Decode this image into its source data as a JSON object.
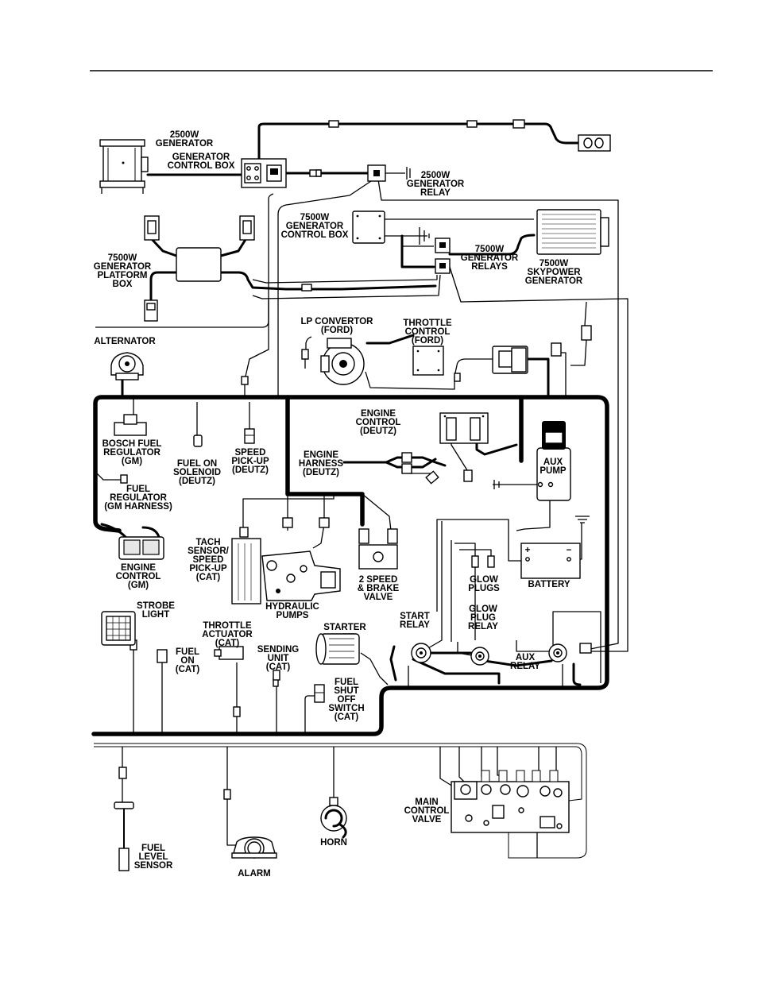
{
  "diagram": {
    "labels": {
      "gen2500": [
        "2500W",
        "GENERATOR"
      ],
      "gen_control_box": [
        "GENERATOR",
        "CONTROL BOX"
      ],
      "gen2500_relay": [
        "2500W",
        "GENERATOR",
        "RELAY"
      ],
      "gen7500_control_box": [
        "7500W",
        "GENERATOR",
        "CONTROL BOX"
      ],
      "gen7500_platform_box": [
        "7500W",
        "GENERATOR",
        "PLATFORM",
        "BOX"
      ],
      "gen7500_relays": [
        "7500W",
        "GENERATOR",
        "RELAYS"
      ],
      "skypower": [
        "7500W",
        "SKYPOWER",
        "GENERATOR"
      ],
      "alternator": [
        "ALTERNATOR"
      ],
      "lp_convertor": [
        "LP CONVERTOR",
        "(FORD)"
      ],
      "throttle_control": [
        "THROTTLE",
        "CONTROL",
        "(FORD)"
      ],
      "engine_control_deutz": [
        "ENGINE",
        "CONTROL",
        "(DEUTZ)"
      ],
      "engine_harness": [
        "ENGINE",
        "HARNESS",
        "(DEUTZ)"
      ],
      "bosch_fuel_regulator": [
        "BOSCH FUEL",
        "REGULATOR",
        "(GM)"
      ],
      "fuel_on_solenoid": [
        "FUEL ON",
        "SOLENOID",
        "(DEUTZ)"
      ],
      "speed_pickup_deutz": [
        "SPEED",
        "PICK-UP",
        "(DEUTZ)"
      ],
      "fuel_regulator": [
        "FUEL",
        "REGULATOR",
        "(GM HARNESS)"
      ],
      "aux_pump": [
        "AUX",
        "PUMP"
      ],
      "engine_control_gm": [
        "ENGINE",
        "CONTROL",
        "(GM)"
      ],
      "tach_sensor": [
        "TACH",
        "SENSOR/",
        "SPEED",
        "PICK-UP",
        "(CAT)"
      ],
      "two_speed_valve": [
        "2 SPEED",
        "& BRAKE",
        "VALVE"
      ],
      "glow_plugs": [
        "GLOW",
        "PLUGS"
      ],
      "battery": [
        "BATTERY"
      ],
      "hydraulic_pumps": [
        "HYDRAULIC",
        "PUMPS"
      ],
      "strobe_light": [
        "STROBE",
        "LIGHT"
      ],
      "throttle_actuator": [
        "THROTTLE",
        "ACTUATOR",
        "(CAT)"
      ],
      "starter": [
        "STARTER"
      ],
      "start_relay": [
        "START",
        "RELAY"
      ],
      "glow_plug_relay": [
        "GLOW",
        "PLUG",
        "RELAY"
      ],
      "fuel_on_cat": [
        "FUEL",
        "ON",
        "(CAT)"
      ],
      "sending_unit": [
        "SENDING",
        "UNIT",
        "(CAT)"
      ],
      "aux_relay": [
        "AUX",
        "RELAY"
      ],
      "fuel_shutoff": [
        "FUEL",
        "SHUT",
        "OFF",
        "SWITCH",
        "(CAT)"
      ],
      "main_control_valve": [
        "MAIN",
        "CONTROL",
        "VALVE"
      ],
      "fuel_level_sensor": [
        "FUEL",
        "LEVEL",
        "SENSOR"
      ],
      "horn": [
        "HORN"
      ],
      "alarm": [
        "ALARM"
      ]
    },
    "battery_terminals": {
      "positive": "+",
      "negative": "−"
    }
  }
}
